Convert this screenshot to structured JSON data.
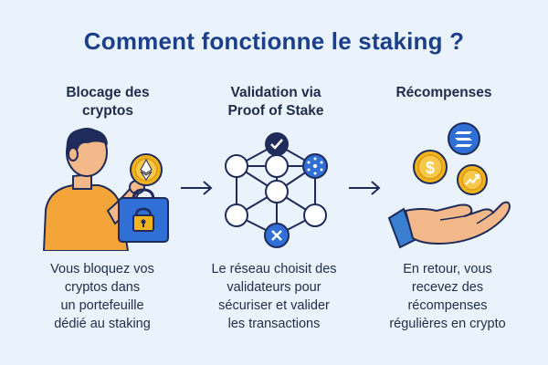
{
  "title": "Comment fonctionne le staking ?",
  "steps": [
    {
      "heading_line1": "Blocage des",
      "heading_line2": "cryptos",
      "text_lines": [
        "Vous bloquez vos",
        "cryptos dans",
        "un portefeuille",
        "dédié au staking"
      ]
    },
    {
      "heading_line1": "Validation via",
      "heading_line2": "Proof of Stake",
      "text_lines": [
        "Le réseau choisit des",
        "validateurs pour",
        "sécuriser et valider",
        "les transactions"
      ]
    },
    {
      "heading_line1": "Récompenses",
      "heading_line2": "",
      "text_lines": [
        "En retour, vous",
        "recevez des",
        "récompenses",
        "régulières en crypto"
      ]
    }
  ],
  "coin_symbols": {
    "eth": "◆",
    "dollar": "$"
  },
  "colors": {
    "title": "#1c3f8c",
    "text": "#1f2b4a",
    "accent_blue": "#2f6fd6",
    "navy": "#1f2b5a",
    "gold": "#f2b31c",
    "shirt": "#f3a53a",
    "skin": "#f4b98a",
    "hair": "#1f2b5a",
    "cuff": "#3b7fd0"
  },
  "icons": [
    "person-icon",
    "ethereum-coin-icon",
    "lock-bag-icon",
    "arrow-right-icon",
    "network-icon",
    "check-badge-icon",
    "cardano-badge-icon",
    "x-badge-icon",
    "solana-coin-icon",
    "dollar-coin-icon",
    "growth-coin-icon",
    "open-hand-icon"
  ]
}
